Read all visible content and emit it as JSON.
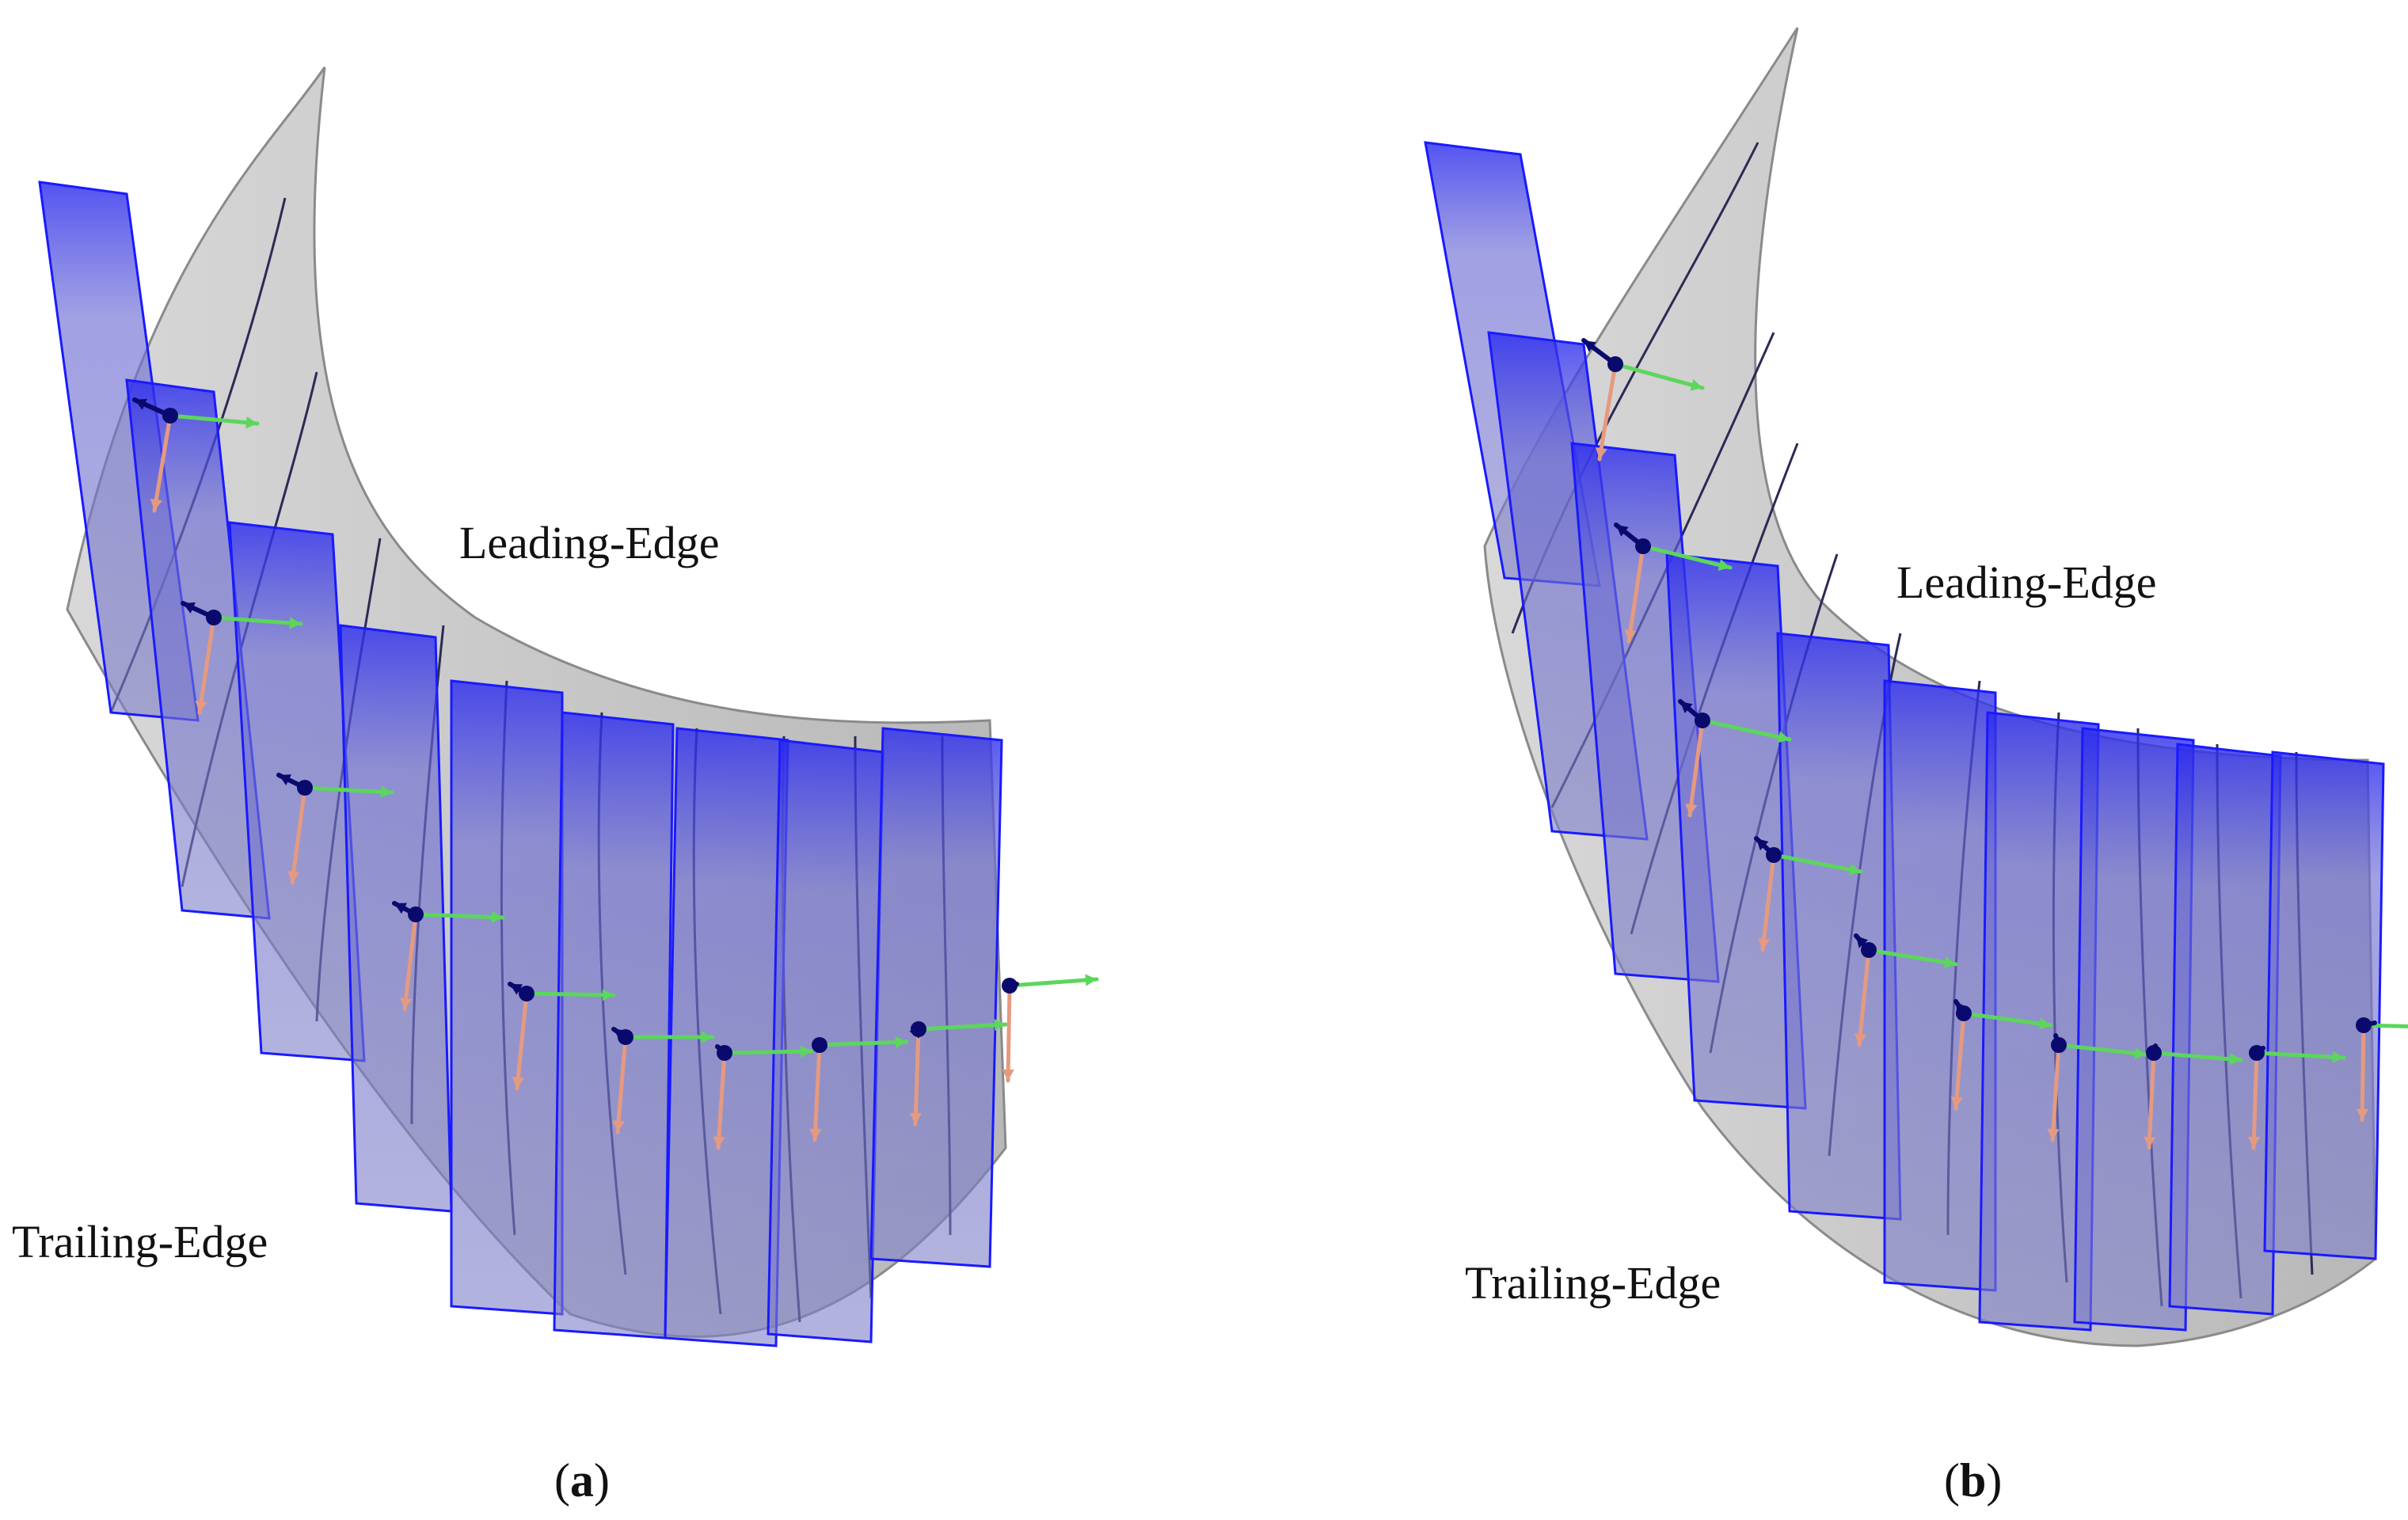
{
  "panels": [
    {
      "id": "a",
      "caption": "a",
      "leading_edge_label": "Leading-Edge",
      "trailing_edge_label": "Trailing-Edge",
      "patch_count": 9
    },
    {
      "id": "b",
      "caption": "b",
      "leading_edge_label": "Leading-Edge",
      "trailing_edge_label": "Trailing-Edge",
      "patch_count": 10
    }
  ],
  "colors": {
    "blade_surface": "#c8c8c8",
    "blade_edge": "#7a7a7a",
    "patch_fill": "#6f6fd8",
    "patch_edge": "#1a1aff",
    "frame_point": "#0a0a6e",
    "tangent_arrow": "#5cd65c",
    "normal_arrow": "#e59a80",
    "curve_line": "#2b2b55"
  },
  "icons": [
    "frame-origin-dot",
    "tangent-arrow",
    "normal-arrow",
    "binormal-arrow"
  ]
}
